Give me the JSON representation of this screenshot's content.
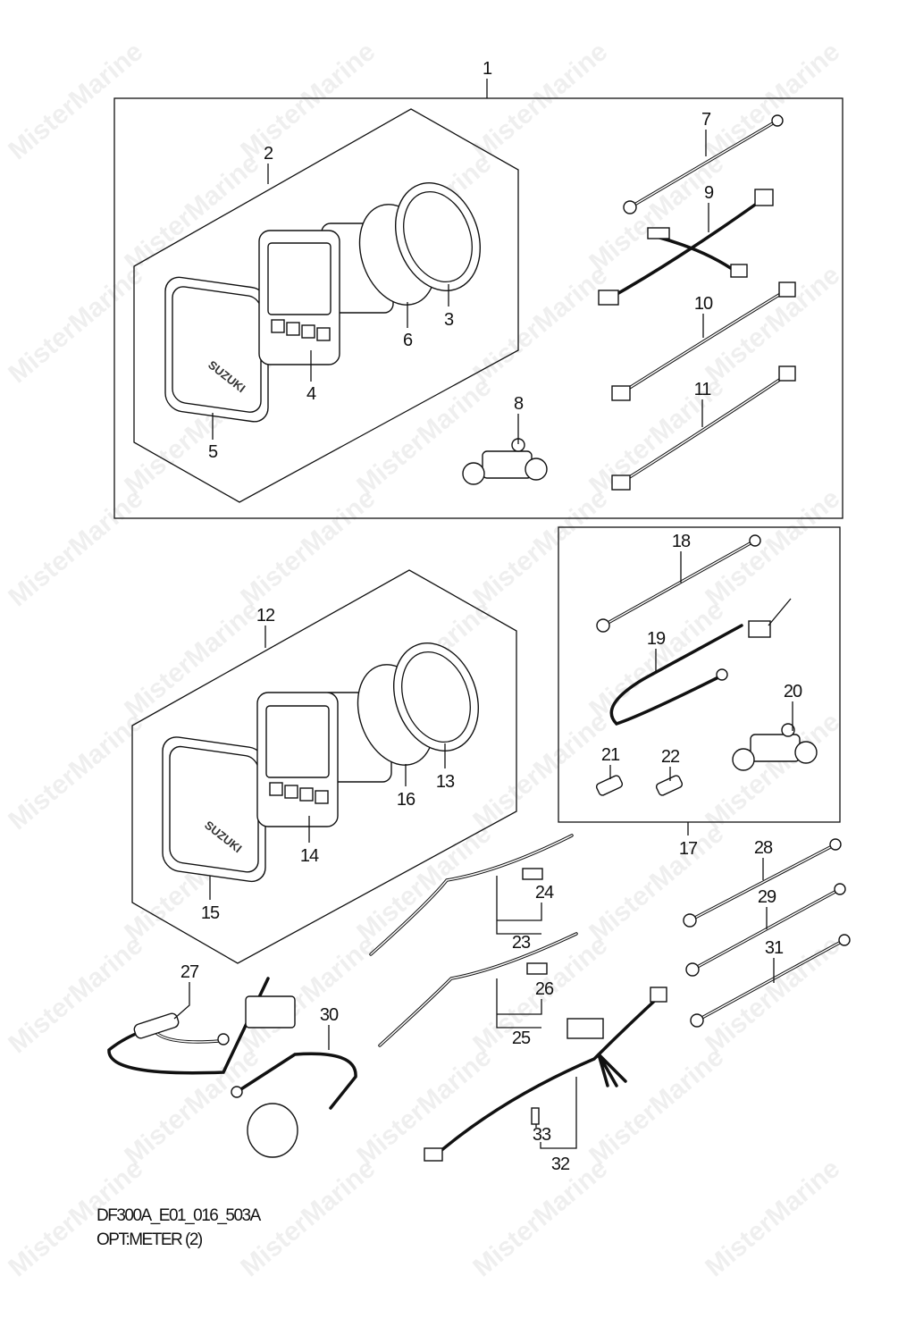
{
  "watermark": "MisterMarine",
  "caption": {
    "code": "DF300A_E01_016_503A",
    "title": "OPT:METER (2)"
  },
  "brand_label": "SUZUKI",
  "callouts": {
    "n1": "1",
    "n2": "2",
    "n3": "3",
    "n4": "4",
    "n5": "5",
    "n6": "6",
    "n7": "7",
    "n8": "8",
    "n9": "9",
    "n10": "10",
    "n11": "11",
    "n12": "12",
    "n13": "13",
    "n14": "14",
    "n15": "15",
    "n16": "16",
    "n17": "17",
    "n18": "18",
    "n19": "19",
    "n20": "20",
    "n21": "21",
    "n22": "22",
    "n23": "23",
    "n24": "24",
    "n25": "25",
    "n26": "26",
    "n27": "27",
    "n28": "28",
    "n29": "29",
    "n30": "30",
    "n31": "31",
    "n32": "32",
    "n33": "33"
  }
}
